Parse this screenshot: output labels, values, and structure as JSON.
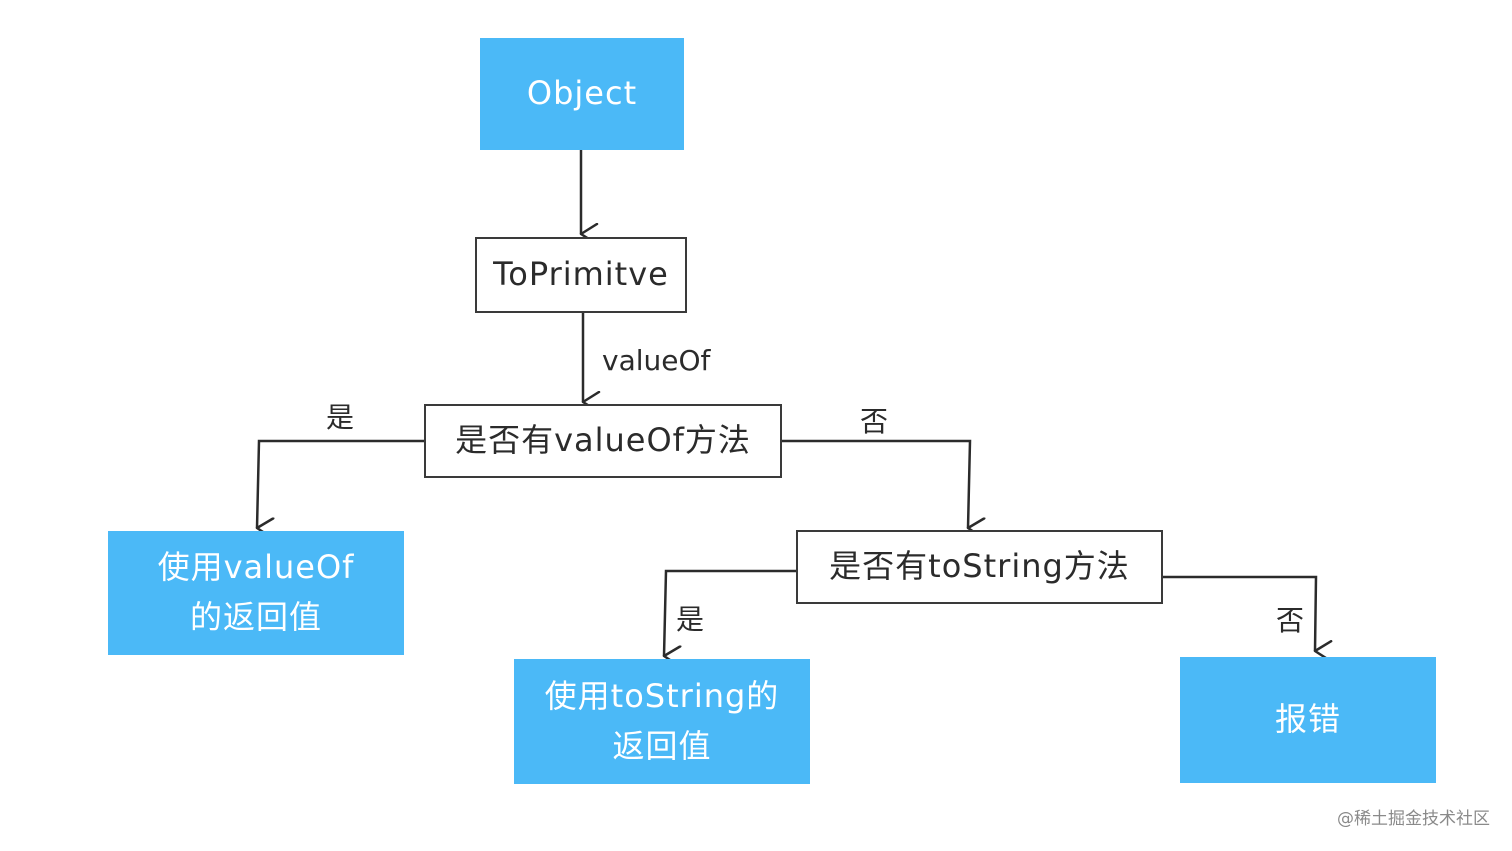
{
  "nodes": {
    "object": "Object",
    "to_primitive": "ToPrimitve",
    "has_value_of": "是否有valueOf方法",
    "use_value_of": "使用valueOf\n的返回值",
    "has_to_string": "是否有toString方法",
    "use_to_string": "使用toString的\n返回值",
    "error": "报错"
  },
  "edge_labels": {
    "value_of": "valueOf",
    "yes_1": "是",
    "no_1": "否",
    "yes_2": "是",
    "no_2": "否"
  },
  "watermark": "@稀土掘金技术社区",
  "colors": {
    "accent_box": "#4bb9f7",
    "line": "#2b2b2b"
  }
}
